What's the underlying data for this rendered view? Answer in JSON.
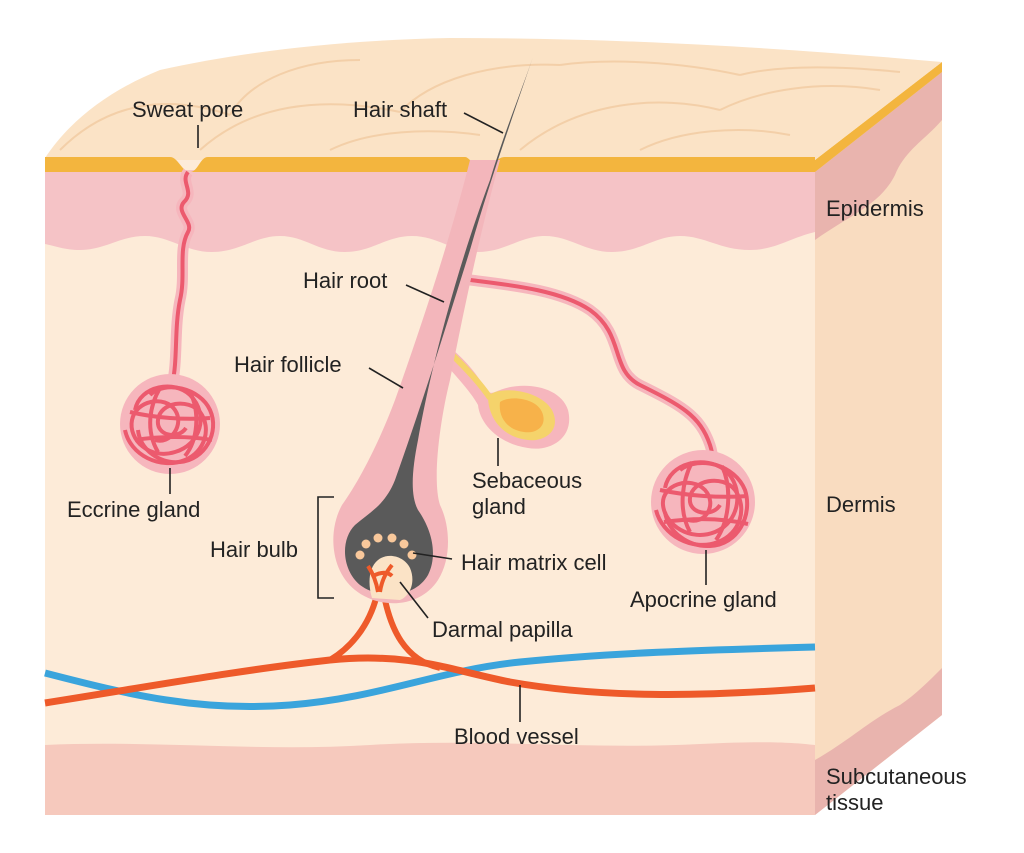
{
  "labels": {
    "sweat_pore": "Sweat pore",
    "hair_shaft": "Hair shaft",
    "epidermis": "Epidermis",
    "hair_root": "Hair root",
    "hair_follicle": "Hair follicle",
    "sebaceous_gland_line1": "Sebaceous",
    "sebaceous_gland_line2": "gland",
    "eccrine_gland": "Eccrine gland",
    "dermis": "Dermis",
    "hair_bulb": "Hair bulb",
    "hair_matrix_cell": "Hair matrix cell",
    "apocrine_gland": "Apocrine gland",
    "darmal_papilla": "Darmal papilla",
    "blood_vessel": "Blood vessel",
    "subcutaneous_line1": "Subcutaneous",
    "subcutaneous_line2": "tissue"
  },
  "colors": {
    "skin_top": "#fbe3c6",
    "skin_crease": "#f3cfa8",
    "stratum_yellow": "#f3b53e",
    "epidermis_pink": "#f5c3c6",
    "dermis_cream": "#fdebd8",
    "subcutaneous_pink": "#f6c9bd",
    "side_face": "#f9dcc0",
    "side_pink": "#e9b4ae",
    "hair": "#5a5a5a",
    "follicle_sheath": "#f3b6bb",
    "gland_red": "#ec5a6e",
    "gland_pink_halo": "#f6b6bd",
    "sebaceous_yellow": "#f5d36b",
    "sebaceous_orange": "#f7b24a",
    "artery": "#ee5a2a",
    "vein": "#3aa4dc",
    "text": "#222222"
  }
}
